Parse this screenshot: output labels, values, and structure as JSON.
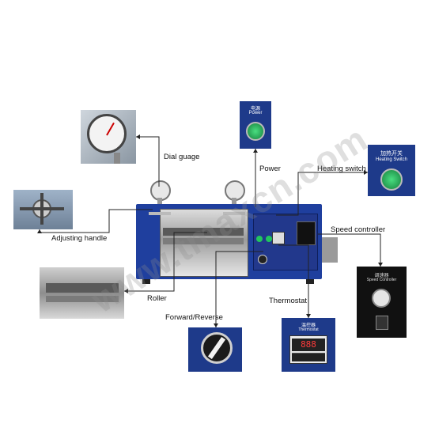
{
  "labels": {
    "dial_gauge": "Dial guage",
    "power": "Power",
    "heating_switch": "Heating  switch",
    "adjusting_handle": "Adjusting handle",
    "speed_controller": "Speed controller",
    "roller": "Roller",
    "thermostat": "Thermostat",
    "forward_reverse": "Forward/Reverse"
  },
  "panels": {
    "power_cn": "电源",
    "power_en": "Power",
    "heating_cn": "加热开关",
    "heating_en": "Heating Switch",
    "speed_cn": "调速器",
    "speed_en": "Speed Controller",
    "thermo_cn": "温控器",
    "thermo_en": "Thermostat",
    "thermo_display": "888"
  },
  "watermark": "www.tmaxcn.com",
  "colors": {
    "machine_blue": "#1f3f9e",
    "panel_blue": "#1e3a8a",
    "indicator_green": "#22c55e",
    "line": "#222222"
  }
}
